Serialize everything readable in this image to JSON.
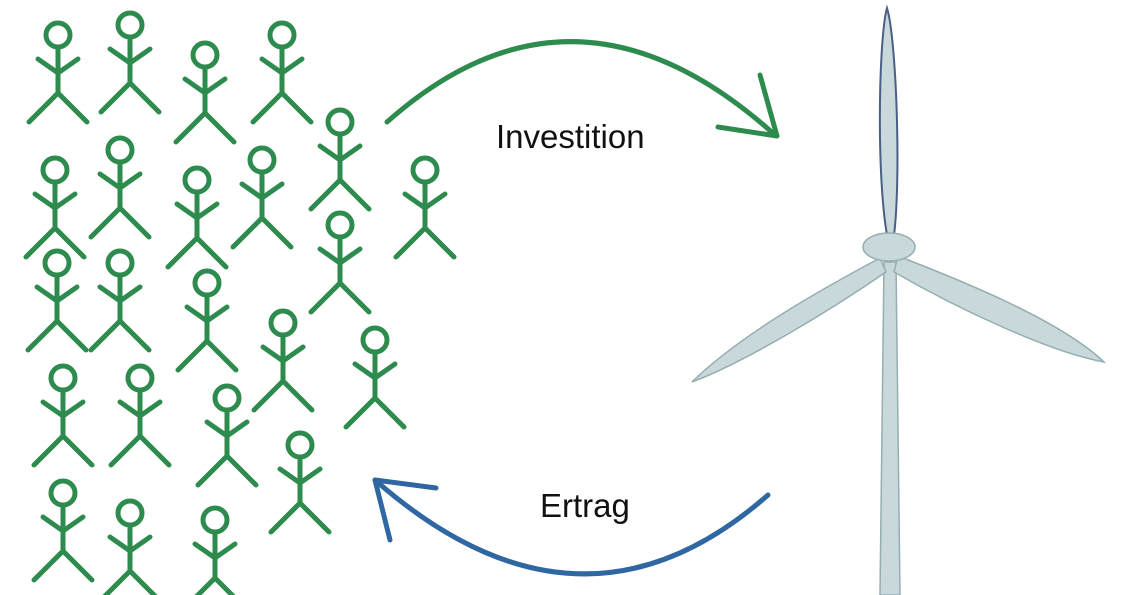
{
  "diagram": {
    "labels": {
      "investment": "Investition",
      "return": "Ertrag"
    },
    "people": {
      "count": 24,
      "icon": "stick-figure-icon",
      "color": "#2e8b4e"
    },
    "arrows": {
      "investment_color": "#2e8b4e",
      "return_color": "#2f67a3"
    },
    "turbine": {
      "icon": "wind-turbine-icon",
      "blade_fill": "#c9d8da",
      "blade_stroke": "#94aeb2",
      "top_blade_stroke": "#4a5f86"
    }
  }
}
